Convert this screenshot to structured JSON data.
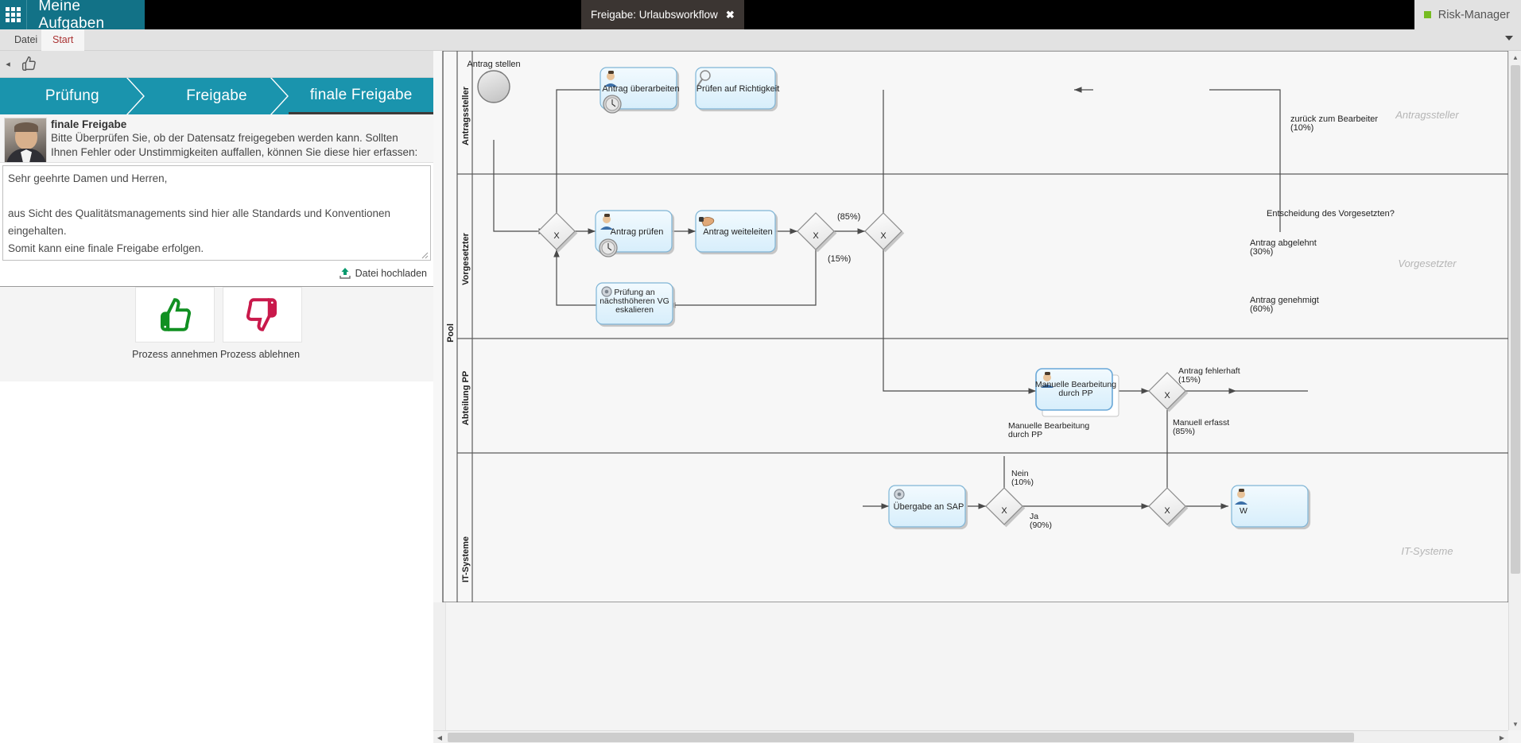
{
  "header": {
    "brand_title": "Meine Aufgaben",
    "grid_icon": "app-grid-icon",
    "document_tab": "Freigabe: Urlaubsworkflow",
    "tab_close_glyph": "✖",
    "user_name": "Risk-Manager",
    "user_status_color": "#76bc21",
    "brand_color": "#127287"
  },
  "ribbon": {
    "tabs": [
      {
        "label": "Datei",
        "active": false
      },
      {
        "label": "Start",
        "active": true
      }
    ],
    "caret_icon": "chevron-down-icon"
  },
  "quickbar": {
    "back_glyph": "◂",
    "thumb_icon": "thumbs-up-icon"
  },
  "steps": [
    {
      "label": "Prüfung",
      "active": false
    },
    {
      "label": "Freigabe",
      "active": false
    },
    {
      "label": "finale Freigabe",
      "active": true
    }
  ],
  "task": {
    "title": "finale Freigabe",
    "description": "Bitte Überprüfen Sie, ob der Datensatz freigegeben werden kann. Sollten Ihnen Fehler oder Unstimmigkeiten auffallen, können Sie diese hier erfassen:",
    "comment_value": "Sehr geehrte Damen und Herren,\n\naus Sicht des Qualitätsmanagements sind hier alle Standards und Konventionen eingehalten.\nSomit kann eine finale Freigabe erfolgen.\n\nMit freundlichen Grüßen\nQualitätsmanagement",
    "comment_placeholder": "",
    "upload_label": "Datei hochladen",
    "upload_icon": "upload-icon",
    "accept_label": "Prozess annehmen",
    "reject_label": "Prozess ablehnen",
    "accept_icon": "thumbs-up-icon",
    "reject_icon": "thumbs-down-icon",
    "accept_color": "#119022",
    "reject_color": "#c9194b"
  },
  "diagram": {
    "pool_label": "Pool",
    "lanes": [
      {
        "id": "antragssteller",
        "label": "Antragssteller",
        "ghost": "Antragssteller"
      },
      {
        "id": "vorgesetzter",
        "label": "Vorgesetzter",
        "ghost": "Vorgesetzter"
      },
      {
        "id": "abteilung-pp",
        "label": "Abteilung PP",
        "ghost": ""
      },
      {
        "id": "it-systeme",
        "label": "IT-Systeme",
        "ghost": "IT-Systeme"
      }
    ],
    "events": [
      {
        "id": "start",
        "label": "Antrag stellen",
        "type": "start-event"
      }
    ],
    "tasks": [
      {
        "id": "t1",
        "label": "Antrag überarbeiten",
        "icon": "user-task-icon",
        "marker": "timer"
      },
      {
        "id": "t2",
        "label": "Prüfen auf Richtigkeit",
        "icon": "magnifier-icon",
        "marker": "none"
      },
      {
        "id": "t3",
        "label": "Antrag prüfen",
        "icon": "user-task-icon",
        "marker": "timer"
      },
      {
        "id": "t4",
        "label": "Antrag weiteleiten",
        "icon": "hand-icon",
        "marker": "none"
      },
      {
        "id": "t5",
        "label": "Prüfung an nächsthöheren VG eskalieren",
        "icon": "gear-icon",
        "marker": "none"
      },
      {
        "id": "t6",
        "label": "Manuelle Bearbeitung durch PP",
        "icon": "user-task-icon",
        "marker": "none"
      },
      {
        "id": "t7",
        "label": "Übergabe an SAP",
        "icon": "gear-icon",
        "marker": "none"
      }
    ],
    "gateways": [
      {
        "id": "g1",
        "type": "exclusive",
        "glyph": "X"
      },
      {
        "id": "g2",
        "type": "exclusive",
        "glyph": "X"
      },
      {
        "id": "g3",
        "type": "exclusive",
        "glyph": "X"
      },
      {
        "id": "g4",
        "type": "exclusive",
        "glyph": "X"
      },
      {
        "id": "g5",
        "type": "exclusive",
        "glyph": "X"
      },
      {
        "id": "g6",
        "type": "exclusive",
        "glyph": "X"
      }
    ],
    "flow_labels": [
      {
        "id": "fl1",
        "text": "zurück zum Bearbeiter",
        "sub": "(10%)"
      },
      {
        "id": "fl2",
        "text": "Entscheidung des Vorgesetzten?",
        "sub": ""
      },
      {
        "id": "fl3",
        "text": "Antrag abgelehnt",
        "sub": "(30%)"
      },
      {
        "id": "fl4",
        "text": "Antrag genehmigt",
        "sub": "(60%)"
      },
      {
        "id": "fl5",
        "text": "(85%)",
        "sub": ""
      },
      {
        "id": "fl6",
        "text": "(15%)",
        "sub": ""
      },
      {
        "id": "fl7",
        "text": "Manuelle Bearbeitung",
        "sub": "durch PP"
      },
      {
        "id": "fl8",
        "text": "Antrag fehlerhaft",
        "sub": "(15%)"
      },
      {
        "id": "fl9",
        "text": "Manuell erfasst",
        "sub": "(85%)"
      },
      {
        "id": "fl10",
        "text": "Nein",
        "sub": "(10%)"
      },
      {
        "id": "fl11",
        "text": "Ja",
        "sub": "(90%)"
      }
    ]
  },
  "scrollbars": {
    "v_up": "▲",
    "v_down": "▼",
    "h_left": "◀",
    "h_right": "▶"
  }
}
